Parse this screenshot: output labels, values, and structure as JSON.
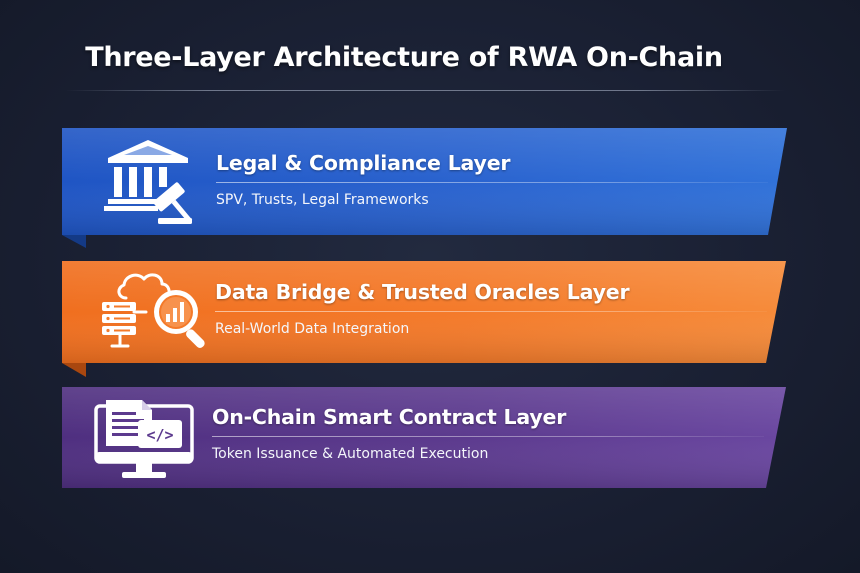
{
  "title": "Three-Layer Architecture of RWA On-Chain",
  "layers": [
    {
      "title": "Legal & Compliance Layer",
      "subtitle": "SPV, Trusts, Legal Frameworks",
      "color": "#2a63cf",
      "icon": "courthouse-gavel-icon"
    },
    {
      "title": "Data Bridge & Trusted Oracles Layer",
      "subtitle": "Real-World Data Integration",
      "color": "#f47a2a",
      "icon": "cloud-server-magnifier-icon"
    },
    {
      "title": "On-Chain Smart Contract Layer",
      "subtitle": "Token Issuance & Automated Execution",
      "color": "#5c3a8e",
      "icon": "monitor-code-icon"
    }
  ]
}
